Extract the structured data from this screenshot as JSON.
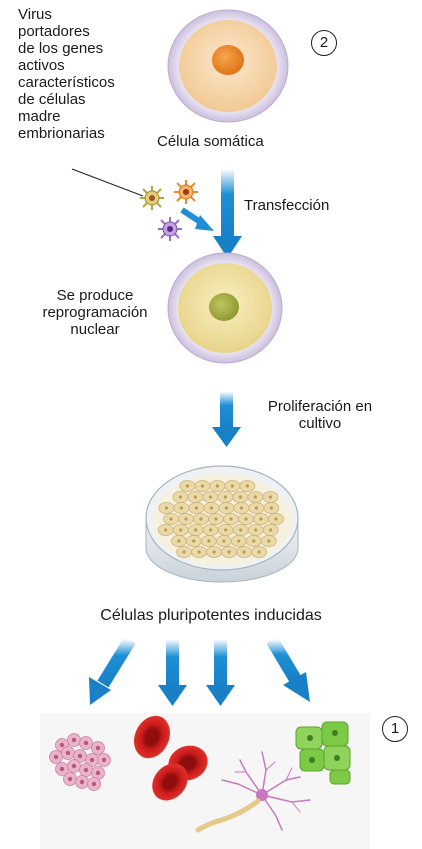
{
  "diagram": {
    "virus_label_lines": [
      "Virus",
      "portadores",
      "de los genes",
      "activos",
      "característicos",
      "de células",
      "madre",
      "embrionarias"
    ],
    "somatic_cell_label": "Célula somática",
    "transfection_label": "Transfección",
    "reprogramming_label_lines": [
      "Se produce",
      "reprogramación",
      "nuclear"
    ],
    "proliferation_label_lines": [
      "Proliferación en",
      "cultivo"
    ],
    "ipsc_label": "Células pluripotentes inducidas",
    "badge_top": "2",
    "badge_bottom": "1"
  },
  "colors": {
    "arrow": "#1e8fd6",
    "cell_membrane": "#ddd6ea",
    "somatic_cytoplasm": "#f7ddb8",
    "somatic_nucleus": "#f08a2a",
    "reprog_cytoplasm": "#f3e6a8",
    "reprog_nucleus": "#a9b04a",
    "dish_cells": "#eddcb0",
    "red_cells": "#cc1f1f",
    "green_cells": "#7bc944",
    "pink_cells": "#e8a9c2",
    "neuron": "#c978c0",
    "neuron_axon": "#e5c98a"
  },
  "icons": [
    "virus-icon",
    "somatic-cell-icon",
    "reprogrammed-cell-icon",
    "petri-dish-icon",
    "epithelial-cells-icon",
    "red-blood-cells-icon",
    "neuron-icon",
    "cardiac-cells-icon",
    "arrow-icon"
  ]
}
